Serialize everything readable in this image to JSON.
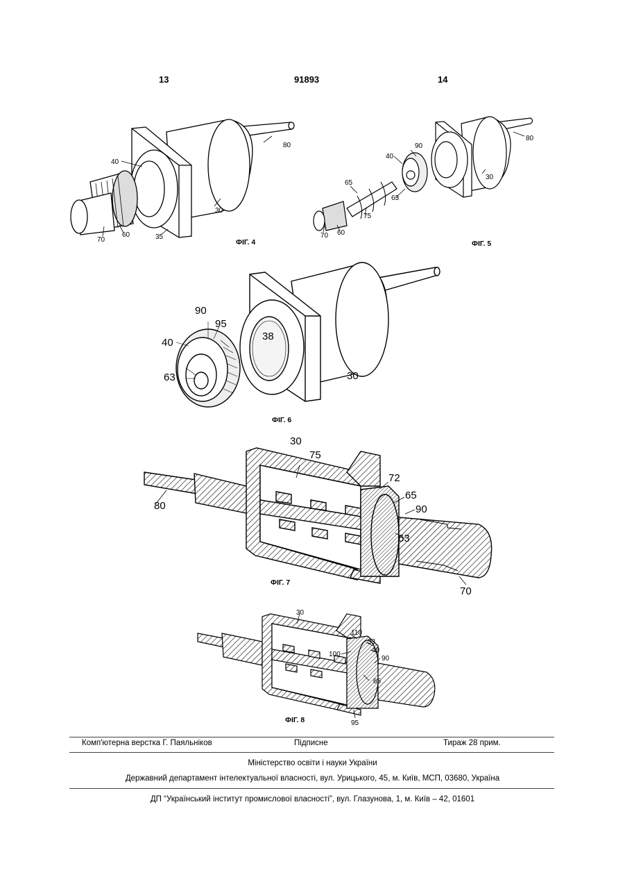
{
  "header": {
    "left_page": "13",
    "patent_number": "91893",
    "right_page": "14"
  },
  "figures": {
    "fig4": {
      "caption": "ФІГ. 4",
      "labels": {
        "l40": "40",
        "l80": "80",
        "l30": "30",
        "l70": "70",
        "l60": "60",
        "l35": "35"
      }
    },
    "fig5": {
      "caption": "ФІГ. 5",
      "labels": {
        "l40": "40",
        "l90": "90",
        "l80": "80",
        "l30": "30",
        "l65": "65",
        "l63": "63",
        "l75": "75",
        "l70": "70",
        "l60": "60"
      }
    },
    "fig6": {
      "caption": "ФІГ. 6",
      "labels": {
        "l90": "90",
        "l95": "95",
        "l40": "40",
        "l38": "38",
        "l63": "63",
        "l30": "30"
      }
    },
    "fig7": {
      "caption": "ФІГ. 7",
      "labels": {
        "l30": "30",
        "l75": "75",
        "l72": "72",
        "l65": "65",
        "l90": "90",
        "l80": "80",
        "l63": "63",
        "l70": "70"
      }
    },
    "fig8": {
      "caption": "ФІГ. 8",
      "labels": {
        "l30": "30",
        "l110": "110",
        "l33": "33",
        "l40": "40",
        "l100": "100",
        "l90": "90",
        "l65": "65",
        "l95": "95"
      }
    }
  },
  "footer": {
    "typesetting": "Комп'ютерна верстка Г. Паяльніков",
    "signed": "Підписне",
    "print_run": "Тираж 28 прим.",
    "ministry": "Міністерство освіти і науки України",
    "department": "Державний департамент інтелектуальної власності, вул. Урицького, 45, м. Київ, МСП, 03680, Україна",
    "institute": "ДП “Український інститут промислової власності”, вул. Глазунова, 1, м. Київ – 42, 01601"
  }
}
